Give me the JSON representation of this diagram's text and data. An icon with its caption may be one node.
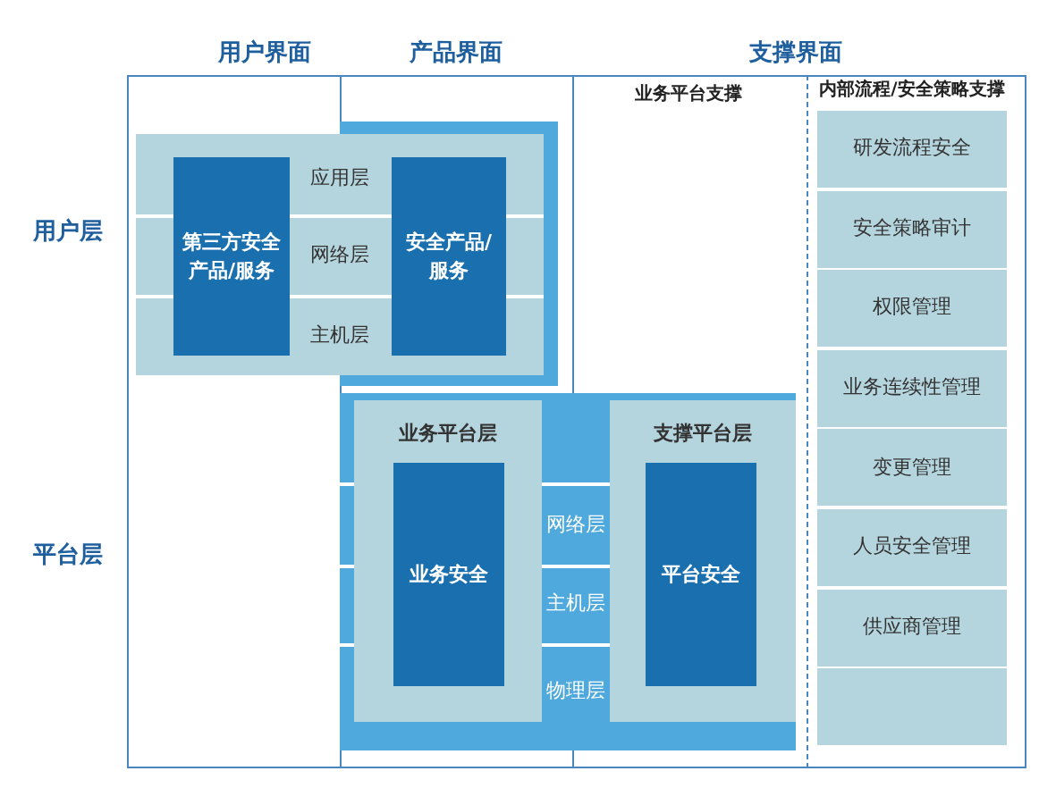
{
  "diagram": {
    "nodes": [
      {
        "text": [
          "应用层",
          "网络层",
          "主机层"
        ]
      },
      {
        "text": [
          "第三方安全产品/服务"
        ],
        "in": 0
      },
      {
        "text": [
          "安全产品/服务"
        ],
        "in": 0
      },
      {
        "text": [
          "网络层",
          "主机层",
          "物理层"
        ]
      },
      {
        "text": [
          "业务平台层"
        ],
        "in": 3
      },
      {
        "text": [
          "业务安全"
        ],
        "in": 4
      },
      {
        "text": [
          "支撑平台层"
        ],
        "in": 3
      },
      {
        "text": [
          "平台安全"
        ],
        "in": 6
      },
      {
        "text": [
          "内部流程/安全策略支撑"
        ]
      },
      {
        "text": [
          "研发流程安全"
        ],
        "in": 8
      },
      {
        "text": [
          "安全策略审计"
        ],
        "in": 8
      },
      {
        "text": [
          "权限管理"
        ],
        "in": 8
      },
      {
        "text": [
          "业务连续性管理"
        ],
        "in": 8
      },
      {
        "text": [
          "变更管理"
        ],
        "in": 8
      },
      {
        "text": [
          "人员安全管理"
        ],
        "in": 8
      },
      {
        "text": [
          "供应商管理"
        ],
        "in": 8
      },
      {
        "text": [],
        "shape": "box",
        "in": 8
      }
    ],
    "labels": [
      "用户界面",
      "产品界面",
      "支撑界面",
      "用户层",
      "平台层",
      "业务平台支撑"
    ]
  }
}
